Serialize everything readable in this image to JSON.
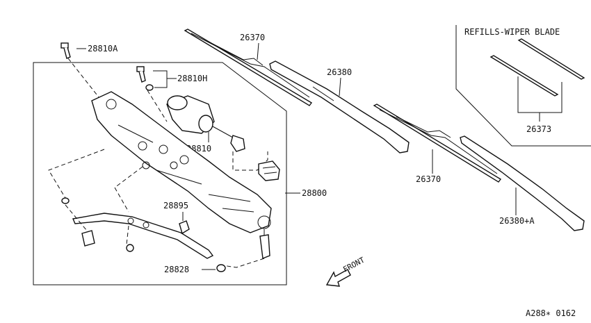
{
  "parts": {
    "bolt_top": "28810A",
    "bolt_bracket": "28810H",
    "motor": "28810",
    "linkage_frame": "28800",
    "joint": "28895",
    "washer": "28828",
    "blade_upper": "26370",
    "arm_upper": "26380",
    "blade_lower": "26370",
    "arm_lower": "26380+A",
    "refill_part": "26373"
  },
  "inset_title": "REFILLS-WIPER BLADE",
  "front_label": "FRONT",
  "diagram_code": "A288∗ 0162"
}
